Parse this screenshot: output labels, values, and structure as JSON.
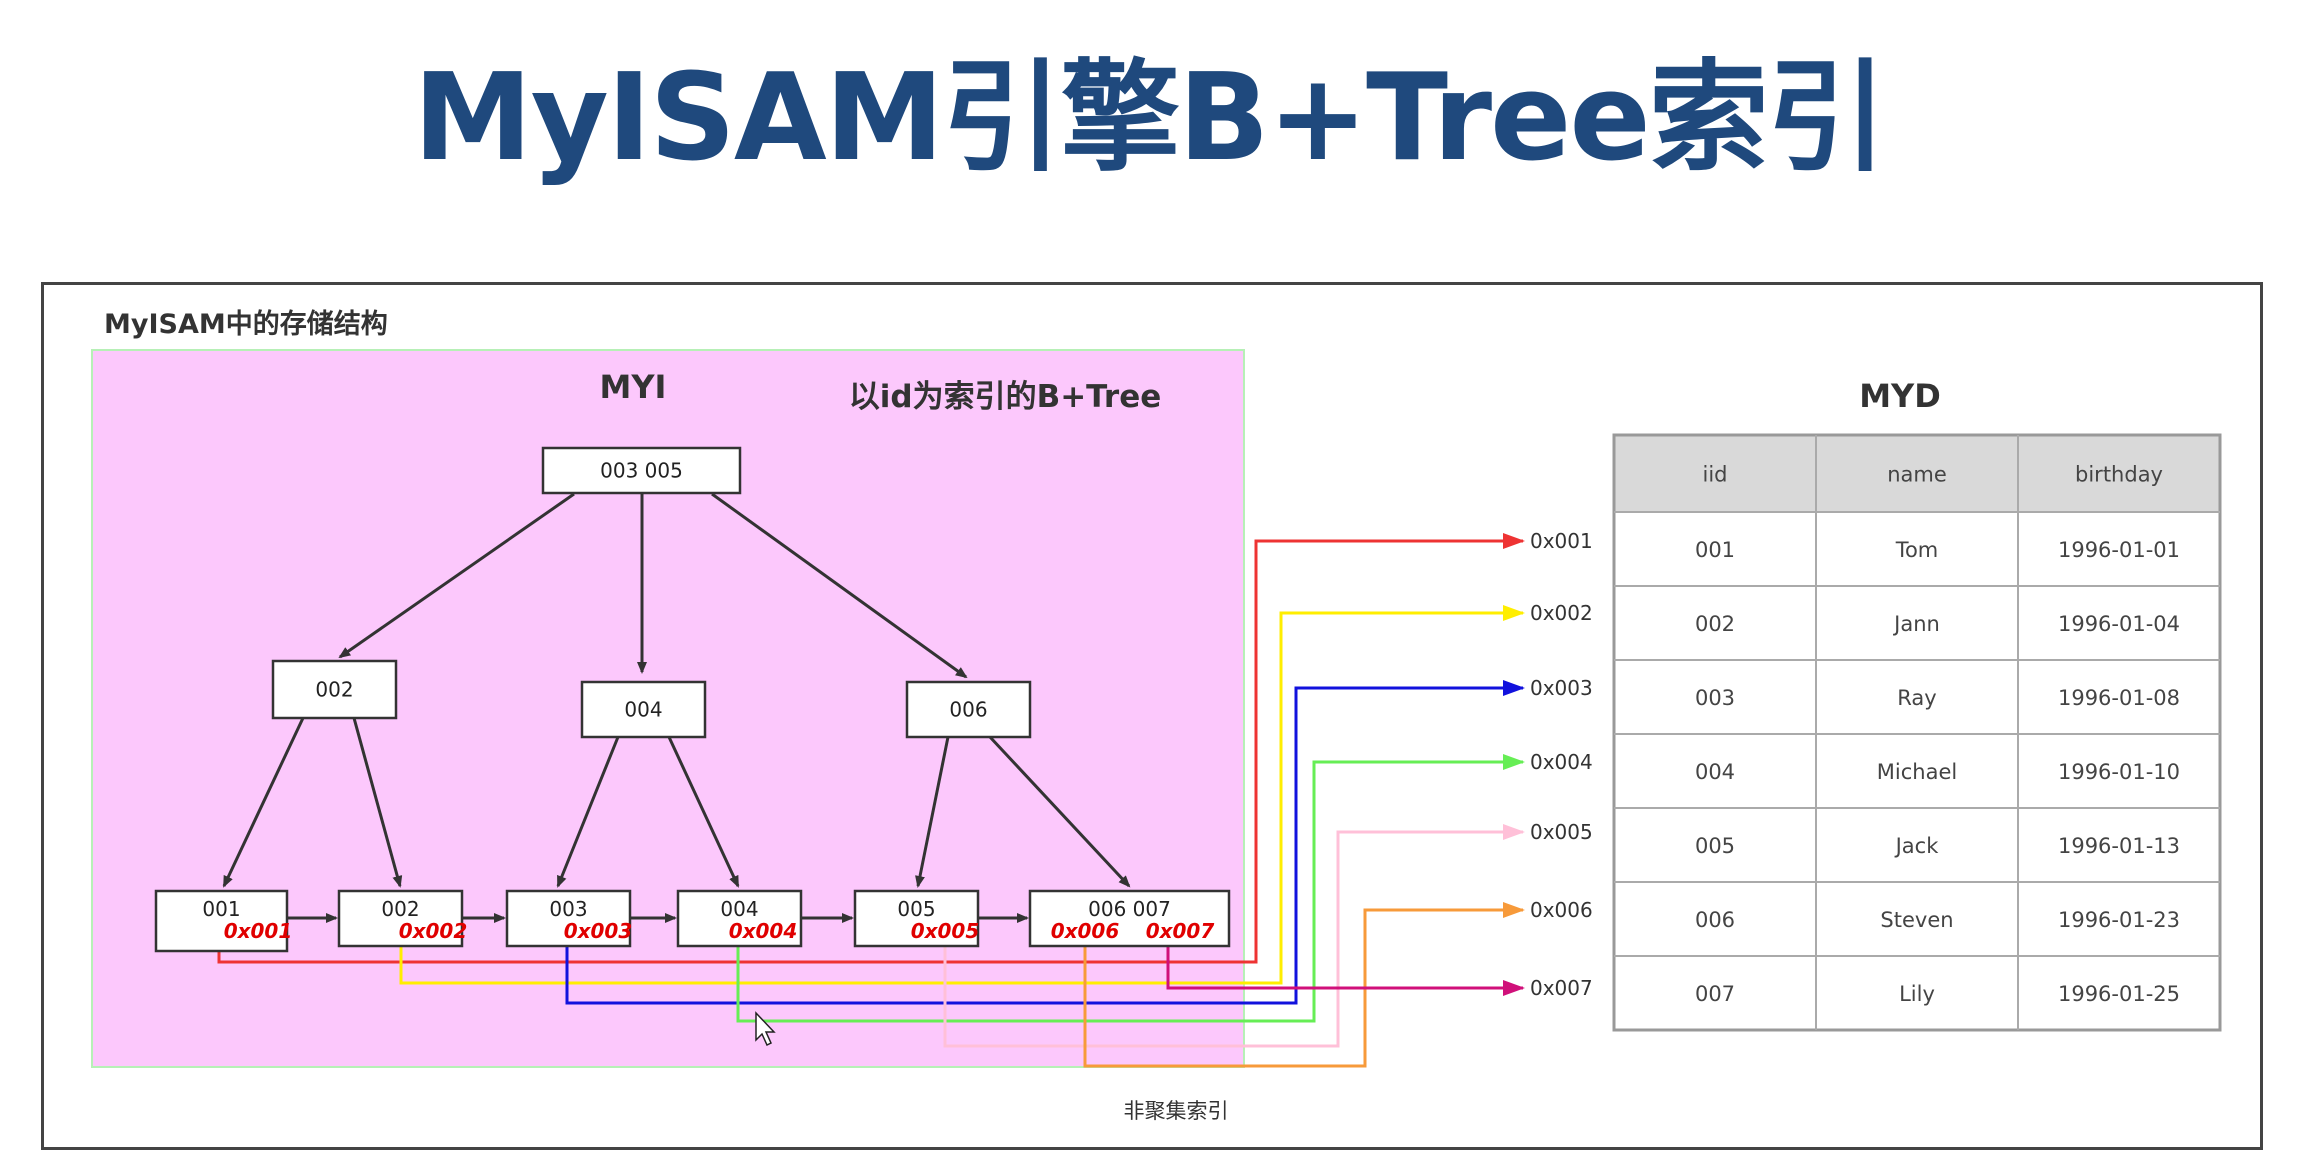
{
  "title": "MyISAM引擎B+Tree索引",
  "panel_title": "MyISAM中的存储结构",
  "myi": {
    "label": "MYI",
    "subtitle": "以id为索引的B+Tree",
    "bg_color": "#fcc8fc",
    "root": "003  005",
    "internal": [
      "002",
      "004",
      "006"
    ],
    "leaves": [
      {
        "text": "001",
        "ptrs": [
          "0x001"
        ]
      },
      {
        "text": "002",
        "ptrs": [
          "0x002"
        ]
      },
      {
        "text": "003",
        "ptrs": [
          "0x003"
        ]
      },
      {
        "text": "004",
        "ptrs": [
          "0x004"
        ]
      },
      {
        "text": "005",
        "ptrs": [
          "0x005"
        ]
      },
      {
        "text": "006   007",
        "ptrs": [
          "0x006",
          "0x007"
        ]
      }
    ]
  },
  "addresses": [
    "0x001",
    "0x002",
    "0x003",
    "0x004",
    "0x005",
    "0x006",
    "0x007"
  ],
  "arrow_colors": [
    "#ee3333",
    "#ffee00",
    "#1111dd",
    "#66ee55",
    "#ffc0d8",
    "#f79a3a",
    "#d0107a"
  ],
  "myd": {
    "label": "MYD",
    "columns": [
      "iid",
      "name",
      "birthday"
    ],
    "rows": [
      [
        "001",
        "Tom",
        "1996-01-01"
      ],
      [
        "002",
        "Jann",
        "1996-01-04"
      ],
      [
        "003",
        "Ray",
        "1996-01-08"
      ],
      [
        "004",
        "Michael",
        "1996-01-10"
      ],
      [
        "005",
        "Jack",
        "1996-01-13"
      ],
      [
        "006",
        "Steven",
        "1996-01-23"
      ],
      [
        "007",
        "Lily",
        "1996-01-25"
      ]
    ]
  },
  "caption": "非聚集索引"
}
